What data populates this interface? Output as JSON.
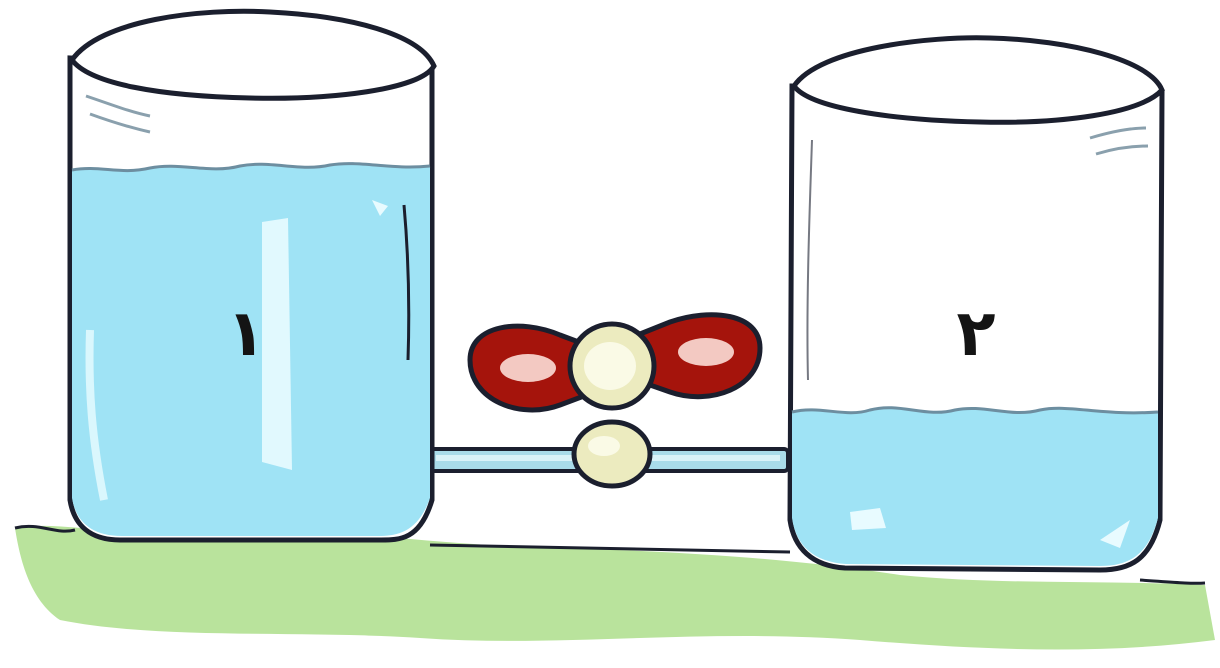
{
  "diagram": {
    "tanks": [
      {
        "label": "۱",
        "water_level": 0.78
      },
      {
        "label": "۲",
        "water_level": 0.33
      }
    ],
    "valve": {
      "state": "closed"
    },
    "colors": {
      "water": "#9fe3f5",
      "water_dark": "#7fd1ec",
      "ground": "#b9e39c",
      "outline": "#1b1f2e",
      "valve_handle": "#a5140c",
      "valve_body": "#ecebbf"
    }
  }
}
